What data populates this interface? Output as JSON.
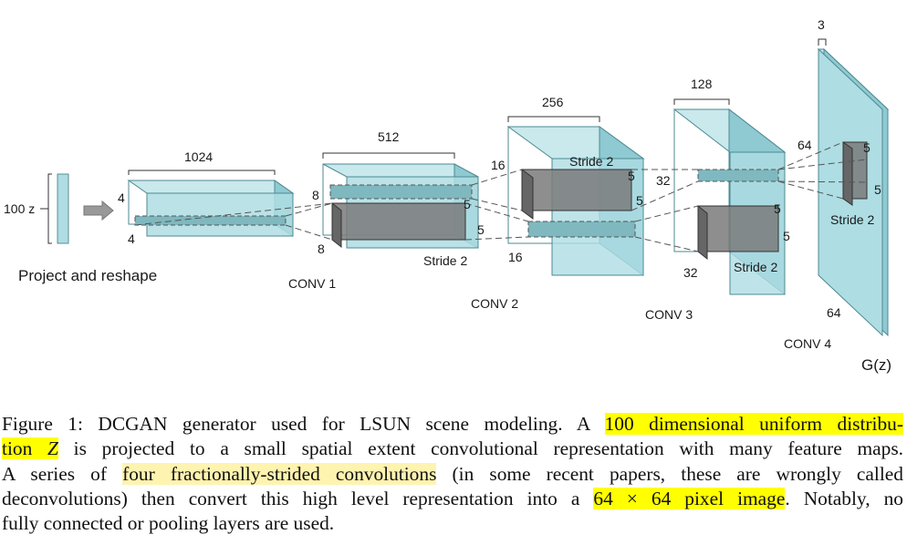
{
  "diagram": {
    "input_label": "100 z",
    "project_label": "Project and reshape",
    "output_label": "G(z)",
    "layers": [
      {
        "name": "project",
        "depth": "1024",
        "h": "4",
        "w": "4"
      },
      {
        "name": "CONV 1",
        "depth": "512",
        "h": "8",
        "w": "8",
        "kernel": "5",
        "stride": "Stride 2"
      },
      {
        "name": "CONV 2",
        "depth": "256",
        "h": "16",
        "w": "16",
        "kernel": "5",
        "stride": "Stride 2"
      },
      {
        "name": "CONV 3",
        "depth": "128",
        "h": "32",
        "w": "32",
        "kernel": "5",
        "stride": "Stride 2"
      },
      {
        "name": "CONV 4",
        "depth": "3",
        "h": "64",
        "w": "64",
        "kernel": "5",
        "stride": "Stride 2"
      }
    ],
    "colors": {
      "block_face": "#aedde3",
      "block_top": "#c9e9ed",
      "block_side": "#8fc9d2",
      "kernel": "#777777"
    }
  },
  "caption": {
    "l1_a": "Figure 1: DCGAN generator used for LSUN scene modeling. A ",
    "l1_hl": "100 dimensional uniform distribu-",
    "l2_hl1": "tion ",
    "l2_hl_it": "Z",
    "l2_b": " is projected to a small spatial extent convolutional representation with many feature maps.",
    "l3_a": "A series of ",
    "l3_hl": "four fractionally-strided convolutions",
    "l3_b": " (in some recent papers, these are wrongly called",
    "l4_a": "deconvolutions) then convert this high level representation into a ",
    "l4_hl": "64 × 64 pixel image",
    "l4_b": ". Notably, no",
    "l5": "fully connected or pooling layers are used."
  }
}
